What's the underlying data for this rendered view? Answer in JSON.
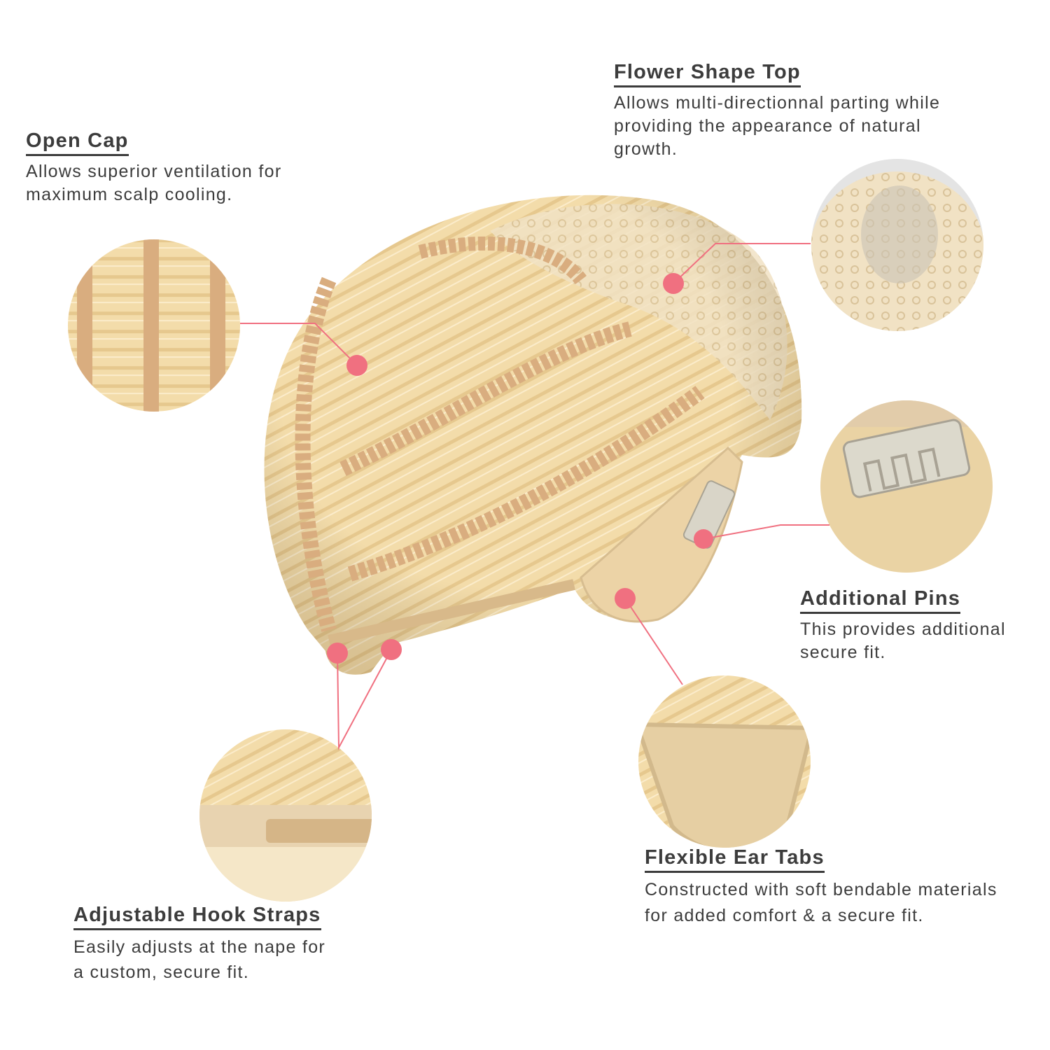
{
  "colors": {
    "accent": "#f07080",
    "text": "#3c3c3c",
    "wig": "#f3dcaa",
    "strap": "#d9ad7f"
  },
  "features": [
    {
      "id": "open-cap",
      "title": "Open Cap",
      "lines": [
        "Allows superior ventilation for",
        "maximum scalp cooling."
      ]
    },
    {
      "id": "flower-shape-top",
      "title": "Flower Shape Top",
      "lines": [
        "Allows multi-directionnal parting while",
        "providing the appearance of natural",
        "growth."
      ]
    },
    {
      "id": "additional-pins",
      "title": "Additional Pins",
      "lines": [
        "This provides additional",
        "secure fit."
      ]
    },
    {
      "id": "flexible-ear-tabs",
      "title": "Flexible Ear Tabs",
      "lines": [
        "Constructed with soft bendable materials",
        "for added comfort & a secure fit."
      ]
    },
    {
      "id": "adjustable-hook-straps",
      "title": "Adjustable Hook Straps",
      "lines": [
        "Easily adjusts at the nape for",
        "a custom, secure fit."
      ]
    }
  ]
}
